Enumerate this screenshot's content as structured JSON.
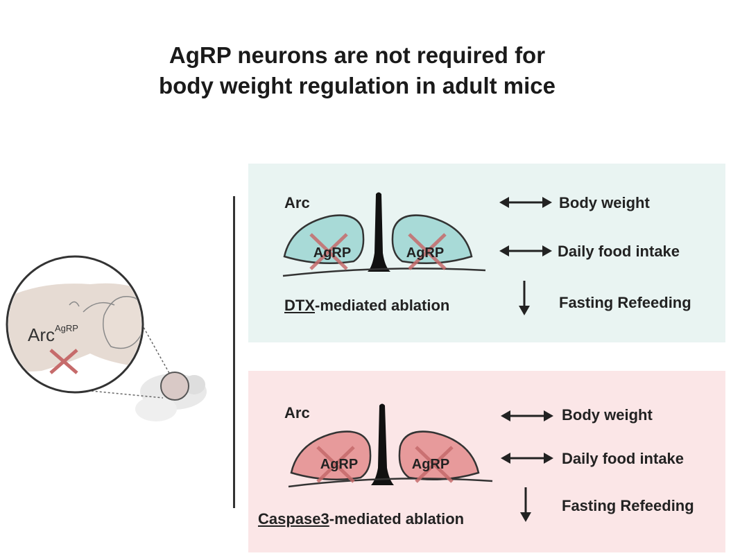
{
  "title": {
    "line1": "AgRP neurons are not required for",
    "line2": "body weight regulation in adult mice"
  },
  "mouse_inset": {
    "label_main": "Arc",
    "label_super": "AgRP"
  },
  "panels": [
    {
      "region_label": "Arc",
      "neuron_labels": [
        "AgRP",
        "AgRP"
      ],
      "ablation_agent": "DTX",
      "ablation_rest": "-mediated ablation",
      "effects": [
        {
          "symbol": "unchanged-arrow-icon",
          "label": "Body weight"
        },
        {
          "symbol": "unchanged-arrow-icon",
          "label": "Daily food intake"
        },
        {
          "symbol": "down-arrow-icon",
          "label": "Fasting Refeeding"
        }
      ],
      "colors": {
        "background": "#e9f4f2",
        "neuron_fill": "#a8dad7"
      }
    },
    {
      "region_label": "Arc",
      "neuron_labels": [
        "AgRP",
        "AgRP"
      ],
      "ablation_agent": "Caspase3",
      "ablation_rest": "-mediated ablation",
      "effects": [
        {
          "symbol": "unchanged-arrow-icon",
          "label": "Body weight"
        },
        {
          "symbol": "unchanged-arrow-icon",
          "label": "Daily food intake"
        },
        {
          "symbol": "down-arrow-icon",
          "label": "Fasting Refeeding"
        }
      ],
      "colors": {
        "background": "#fbe6e7",
        "neuron_fill": "#e79a9b"
      }
    }
  ],
  "colors": {
    "cross": "#c66b6b",
    "text": "#222222",
    "brain_tissue": "#e6dbd3"
  }
}
